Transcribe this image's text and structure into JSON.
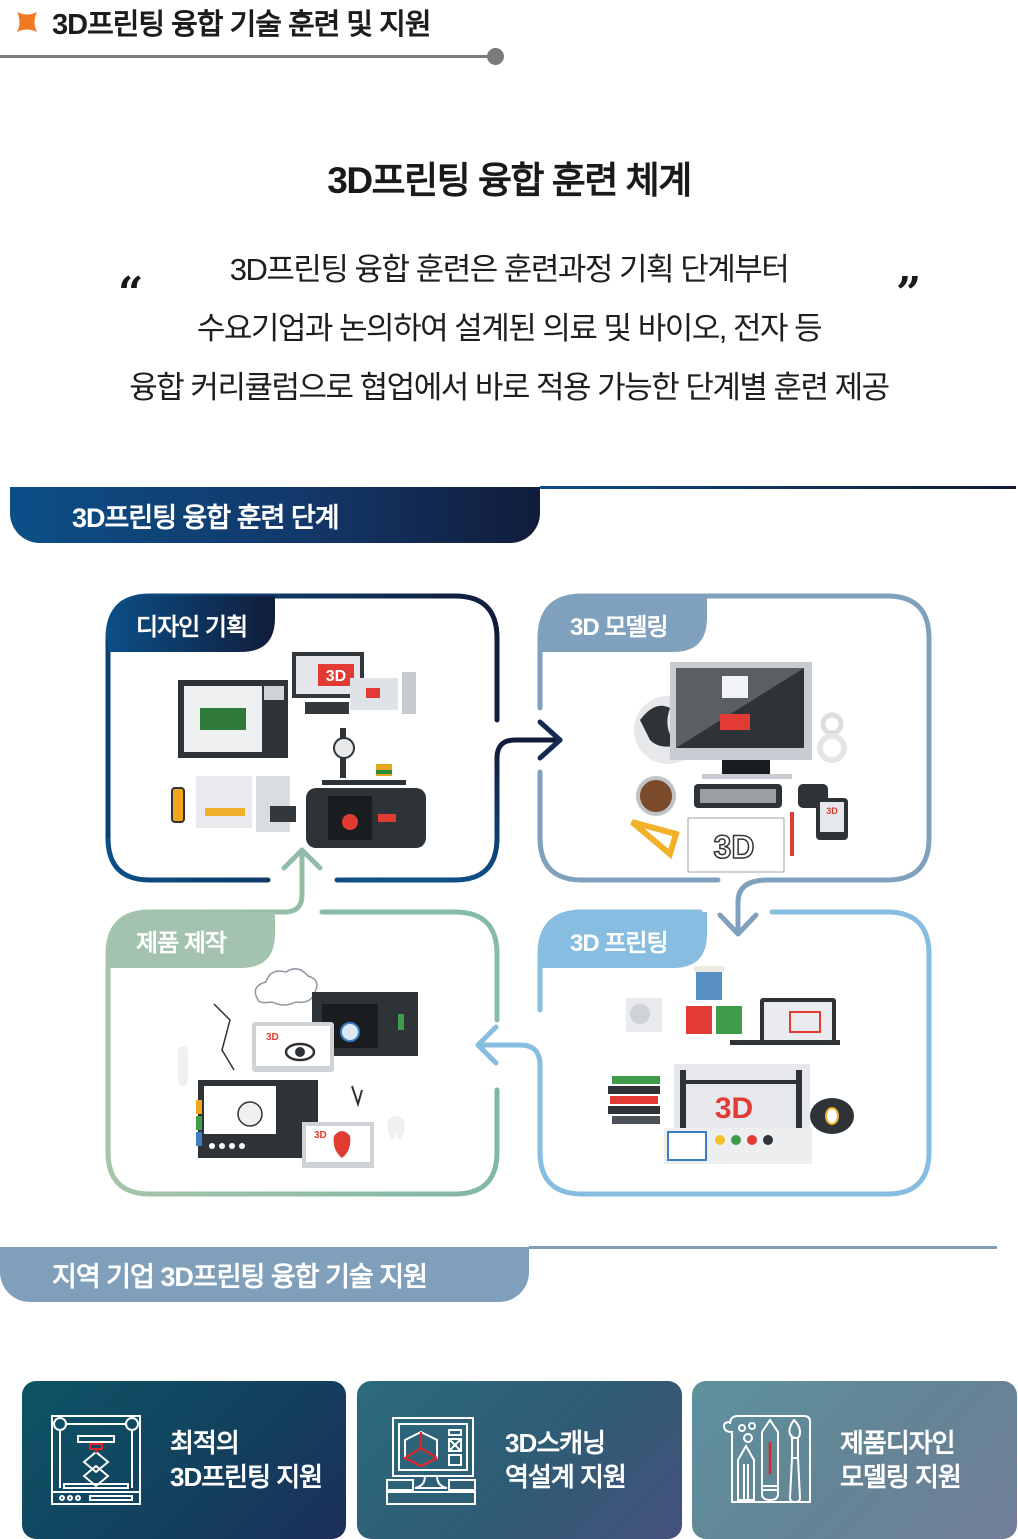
{
  "header": {
    "title": "3D프린팅 융합 기술 훈련 및 지원",
    "bullet_color": "#f07a22"
  },
  "main_title": "3D프린팅 융합 훈련 체계",
  "quote": {
    "open_mark": "“",
    "close_mark": "”",
    "lines": [
      "3D프린팅 융합 훈련은 훈련과정 기획 단계부터",
      "수요기업과 논의하여 설계된 의료 및 바이오, 전자 등",
      "융합 커리큘럼으로 협업에서 바로 적용 가능한 단계별 훈련 제공"
    ]
  },
  "section_training": {
    "title": "3D프린팅 융합 훈련 단계",
    "color": "#0e4d86"
  },
  "steps": [
    {
      "label": "디자인 기획",
      "color": "#0e3a6c",
      "illustration": "3d-printers-design-illustration"
    },
    {
      "label": "3D 모델링",
      "color": "#7fa1bd",
      "illustration": "3d-modeling-workstation-illustration"
    },
    {
      "label": "3D 프린팅",
      "color": "#86bde0",
      "illustration": "3d-printing-machine-illustration"
    },
    {
      "label": "제품 제작",
      "color": "#92bca9",
      "illustration": "medical-product-fabrication-illustration"
    }
  ],
  "flow": [
    "디자인 기획",
    "3D 모델링",
    "3D 프린팅",
    "제품 제작",
    "디자인 기획"
  ],
  "section_support": {
    "title": "지역 기업 3D프린팅 융합 기술 지원",
    "color": "#7f9fba"
  },
  "support_cards": [
    {
      "line1": "최적의",
      "line2": "3D프린팅 지원",
      "icon": "3d-printer-icon"
    },
    {
      "line1": "3D스캐닝",
      "line2": "역설계 지원",
      "icon": "3d-scanning-monitor-icon"
    },
    {
      "line1": "제품디자인",
      "line2": "모델링 지원",
      "icon": "design-tools-icon"
    }
  ]
}
